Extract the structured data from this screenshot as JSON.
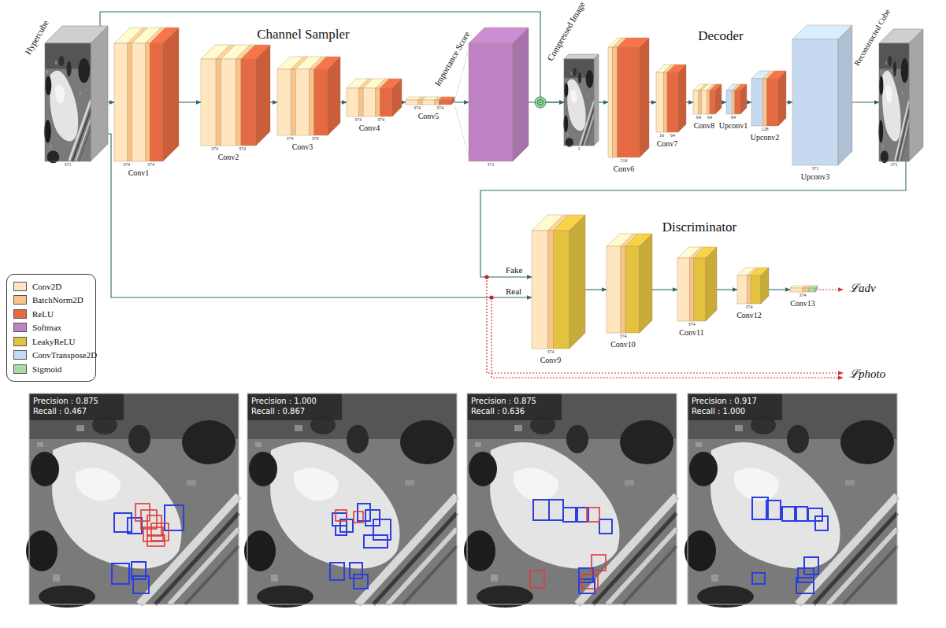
{
  "diagram": {
    "nodes": [
      {
        "text": [
          "Hypercube",
          "371"
        ]
      },
      {
        "text": [
          "374",
          "374",
          "Conv1"
        ]
      },
      {
        "text": [
          "374",
          "374",
          "Conv2"
        ]
      },
      {
        "text": [
          "374",
          "374",
          "Conv3"
        ]
      },
      {
        "text": [
          "374",
          "374",
          "Conv4"
        ]
      },
      {
        "text": [
          "374",
          "374",
          "Conv5"
        ]
      },
      {
        "text": [
          "Importance Score",
          "371"
        ]
      },
      {
        "text": [
          "Compressed Image",
          "1"
        ]
      },
      {
        "text": [
          "516",
          "Conv6"
        ]
      },
      {
        "text": [
          "16",
          "64",
          "Conv7"
        ]
      },
      {
        "text": [
          "64",
          "64",
          "Conv8"
        ]
      },
      {
        "text": [
          "64",
          "Upconv1"
        ]
      },
      {
        "text": [
          "128",
          "Upconv2"
        ]
      },
      {
        "text": [
          "371",
          "Upconv3"
        ]
      },
      {
        "text": [
          "Reconstructed Cube",
          "371"
        ]
      },
      {
        "text": [
          "374",
          "Conv9"
        ]
      },
      {
        "text": [
          "374",
          "Conv10"
        ]
      },
      {
        "text": [
          "374",
          "Conv11"
        ]
      },
      {
        "text": [
          "374",
          "Conv12"
        ]
      },
      {
        "text": [
          "374",
          "Conv13"
        ]
      }
    ],
    "edges": [
      {
        "from": 0,
        "to": 1,
        "arrow": "to"
      },
      {
        "from": 1,
        "to": 2,
        "arrow": "to"
      },
      {
        "from": 2,
        "to": 3,
        "arrow": "to"
      },
      {
        "from": 3,
        "to": 4,
        "arrow": "to"
      },
      {
        "from": 4,
        "to": 5,
        "arrow": "to"
      },
      {
        "from": 5,
        "to": 6,
        "arrow": "to"
      },
      {
        "from": 6,
        "to": 7,
        "arrow": "to"
      },
      {
        "from": 0,
        "to": 7,
        "arrow": "to"
      },
      {
        "from": 7,
        "to": 8,
        "arrow": "to"
      },
      {
        "from": 8,
        "to": 9,
        "arrow": "to"
      },
      {
        "from": 9,
        "to": 10,
        "arrow": "to"
      },
      {
        "from": 10,
        "to": 11,
        "arrow": "to"
      },
      {
        "from": 11,
        "to": 12,
        "arrow": "to"
      },
      {
        "from": 12,
        "to": 13,
        "arrow": "to"
      },
      {
        "from": 13,
        "to": 14,
        "arrow": "to"
      },
      {
        "from": 14,
        "to": 15,
        "label": "Fake",
        "arrow": "to"
      },
      {
        "from": 0,
        "to": 15,
        "label": "Real",
        "arrow": "to"
      },
      {
        "from": 15,
        "to": 16,
        "arrow": "to"
      },
      {
        "from": 16,
        "to": 17,
        "arrow": "to"
      },
      {
        "from": 17,
        "to": 18,
        "arrow": "to"
      },
      {
        "from": 18,
        "to": 19,
        "arrow": "to"
      }
    ],
    "labels": [
      "Channel Sampler",
      "Decoder",
      "Discriminator",
      "ℒadv",
      "ℒphoto",
      "Precision : 0.875",
      "Recall : 0.467",
      "Precision : 1.000",
      "Recall : 0.867",
      "Precision : 0.875",
      "Recall : 0.636",
      "Precision : 0.917",
      "Recall : 1.000"
    ],
    "legend": [
      {
        "text": "Conv2D",
        "color": "#FFE6BF"
      },
      {
        "text": "BatchNorm2D",
        "color": "#F8C48A"
      },
      {
        "text": "ReLU",
        "color": "#E56A43"
      },
      {
        "text": "Softmax",
        "color": "#BC82C2"
      },
      {
        "text": "LeakyReLU",
        "color": "#E3C23F"
      },
      {
        "text": "ConvTranspose2D",
        "color": "#C5DAF0"
      },
      {
        "text": "Sigmoid",
        "color": "#A6DDA6"
      }
    ]
  }
}
